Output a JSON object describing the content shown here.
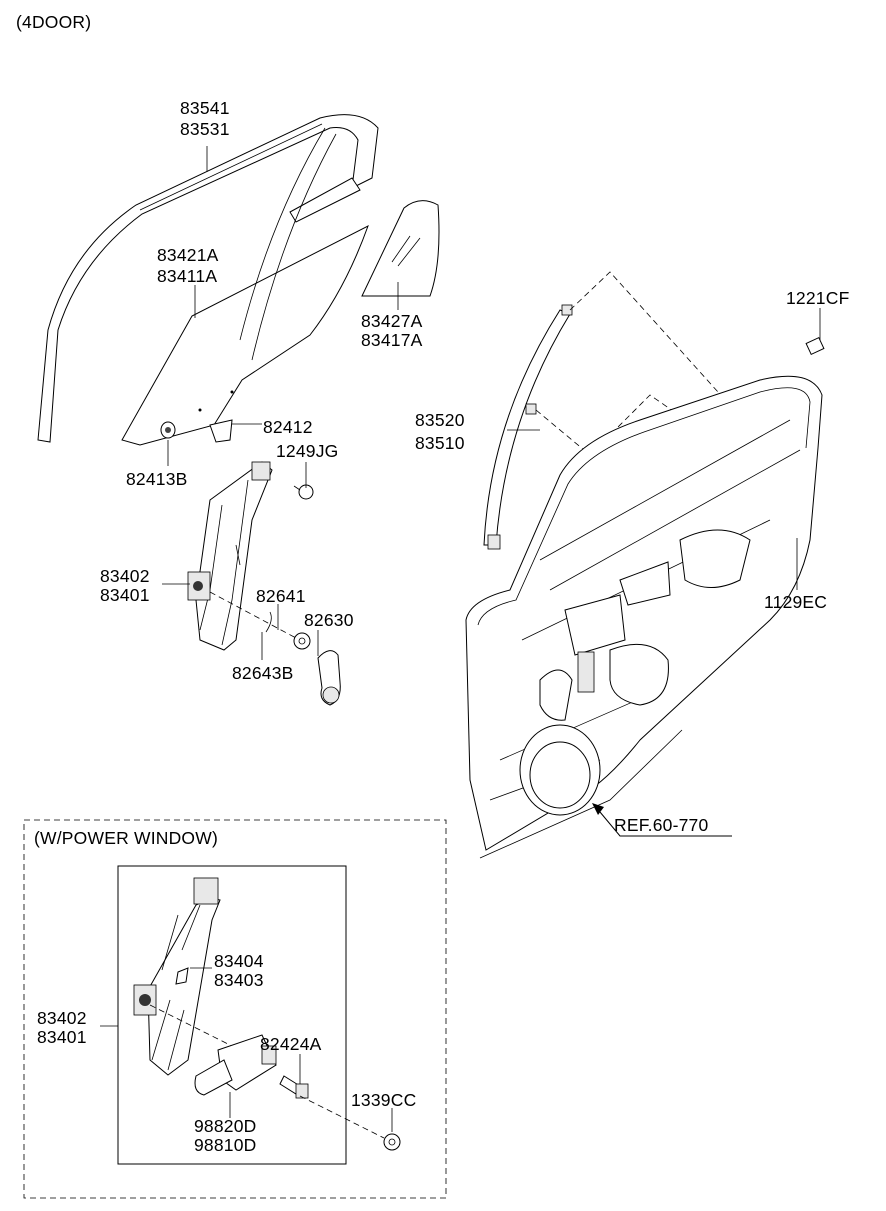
{
  "header": {
    "title": "(4DOOR)"
  },
  "labels": {
    "p83541": "83541",
    "p83531": "83531",
    "p83421A": "83421A",
    "p83411A": "83411A",
    "p83427A": "83427A",
    "p83417A": "83417A",
    "p1221CF": "1221CF",
    "p83520": "83520",
    "p83510": "83510",
    "p82412": "82412",
    "p1249JG": "1249JG",
    "p82413B": "82413B",
    "p83402": "83402",
    "p83401": "83401",
    "p82641": "82641",
    "p82630": "82630",
    "p82643B": "82643B",
    "p1129EC": "1129EC",
    "ref": "REF.60-770"
  },
  "power_window": {
    "title": "(W/POWER WINDOW)",
    "labels": {
      "p83404": "83404",
      "p83403": "83403",
      "p83402": "83402",
      "p83401": "83401",
      "p82424A": "82424A",
      "p1339CC": "1339CC",
      "p98820D": "98820D",
      "p98810D": "98810D"
    }
  }
}
